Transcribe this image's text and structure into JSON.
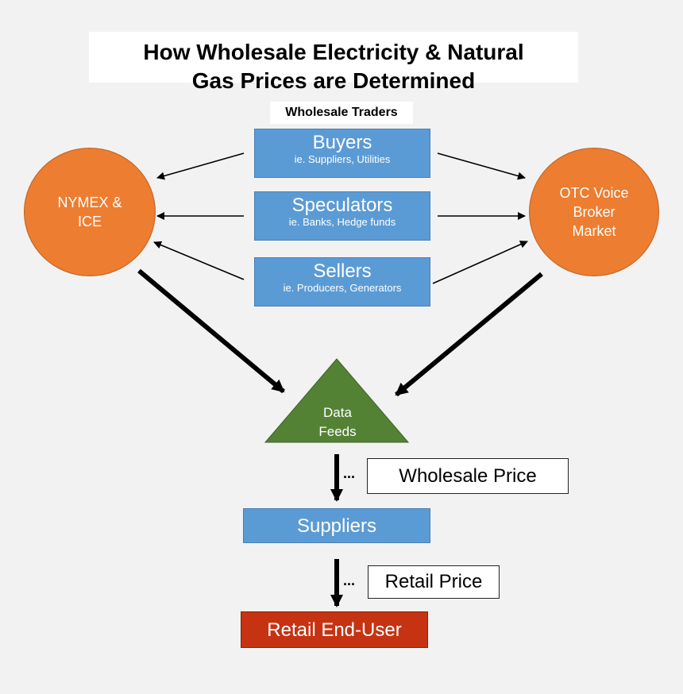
{
  "title": {
    "line1": "How Wholesale Electricity & Natural",
    "line2": "Gas Prices are Determined"
  },
  "traders_label": "Wholesale Traders",
  "traders": [
    {
      "name": "Buyers",
      "sub": "ie. Suppliers, Utilities"
    },
    {
      "name": "Speculators",
      "sub": "ie. Banks, Hedge funds"
    },
    {
      "name": "Sellers",
      "sub": "ie. Producers, Generators"
    }
  ],
  "left_market": {
    "line1": "NYMEX &",
    "line2": "ICE"
  },
  "right_market": {
    "line1": "OTC Voice",
    "line2": "Broker",
    "line3": "Market"
  },
  "data_feeds": {
    "line1": "Data",
    "line2": "Feeds"
  },
  "dots": "...",
  "wholesale_price": "Wholesale Price",
  "suppliers": "Suppliers",
  "retail_price": "Retail Price",
  "retail_end_user": "Retail End-User",
  "colors": {
    "background": "#f2f2f2",
    "blue": "#5b9bd5",
    "orange": "#ed7d31",
    "green": "#548235",
    "red": "#c63312"
  }
}
